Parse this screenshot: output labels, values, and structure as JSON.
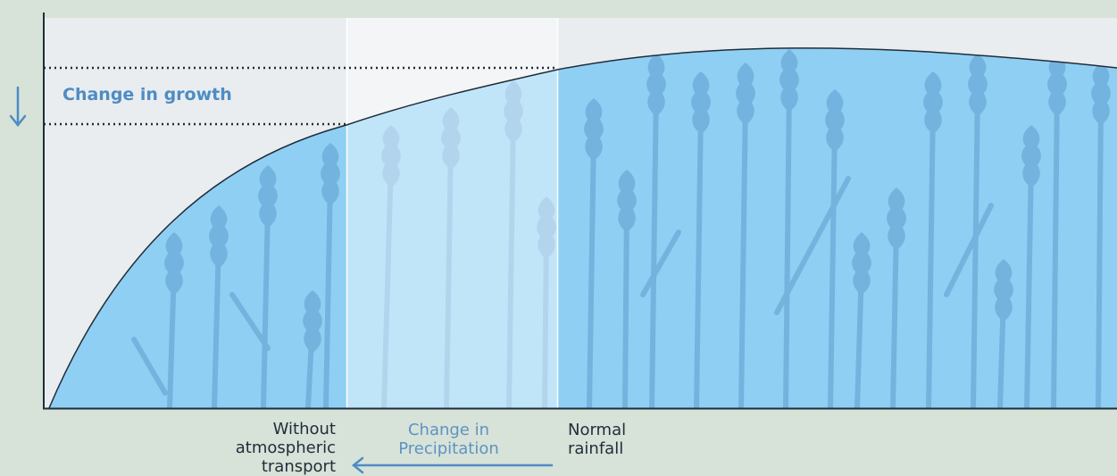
{
  "labels": {
    "change_in_growth": "Change in growth",
    "without_line1": "Without",
    "without_line2": "atmospheric",
    "without_line3": "transport",
    "change_line1": "Change in",
    "change_line2": "Precipitation",
    "normal_line1": "Normal",
    "normal_line2": "rainfall"
  },
  "colors": {
    "background": "#d7e2d8",
    "panel": "#e8ecee",
    "fill_blue": "#8fcff3",
    "highlight_band": "#ffffff",
    "plant": "#6aaad8",
    "accent": "#4e8cc4"
  }
}
